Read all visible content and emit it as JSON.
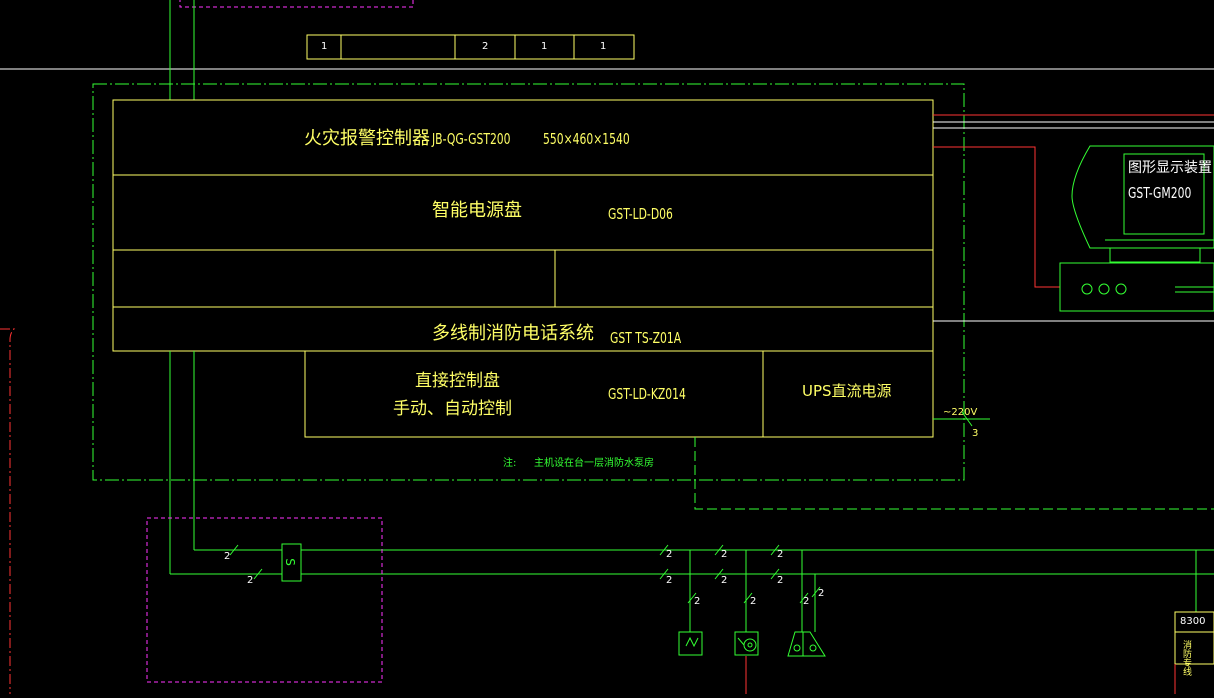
{
  "title_bar": {
    "cells": [
      "1",
      "",
      "2",
      "1",
      "1"
    ]
  },
  "controller": {
    "name": "火灾报警控制器",
    "model": "JB-QG-GST200",
    "size": "550×460×1540"
  },
  "power_panel": {
    "name": "智能电源盘",
    "model": "GST-LD-D06"
  },
  "phone_system": {
    "name": "多线制消防电话系统",
    "model": "GST TS-Z01A"
  },
  "direct_panel": {
    "name_line1": "直接控制盘",
    "name_line2": "手动、自动控制",
    "model": "GST-LD-KZ014"
  },
  "ups": {
    "name": "UPS直流电源"
  },
  "supply": {
    "voltage": "~220V",
    "count": "3"
  },
  "note": {
    "label": "注:",
    "text": "主机设在台一层消防水泵房"
  },
  "display": {
    "name": "图形显示装置",
    "model": "GST-GM200"
  },
  "wire_labels": [
    "2",
    "2",
    "2",
    "2",
    "2",
    "2",
    "2",
    "2",
    "2",
    "2",
    "2",
    "2"
  ],
  "module_label": "S",
  "right_device": {
    "code": "8300",
    "name": "消防专线"
  },
  "colors": {
    "frame": "#33ff33",
    "box": "#ffff66",
    "red": "#ff3333",
    "magenta": "#ff33ff",
    "white": "#ffffff"
  }
}
